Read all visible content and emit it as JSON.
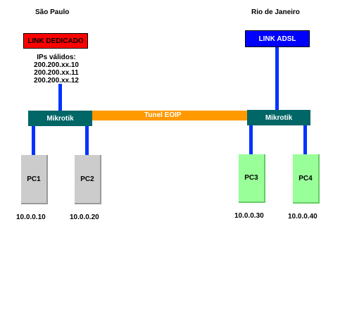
{
  "left_site": {
    "city": "São Paulo",
    "link_label": "LINK DEDICADO",
    "ips_title": "IPs válidos:",
    "ips": [
      "200.200.xx.10",
      "200.200.xx.11",
      "200.200.xx.12"
    ],
    "router": "Mikrotik",
    "pcs": [
      {
        "name": "PC1",
        "ip": "10.0.0.10"
      },
      {
        "name": "PC2",
        "ip": "10.0.0.20"
      }
    ]
  },
  "right_site": {
    "city": "Rio de Janeiro",
    "link_label": "LINK ADSL",
    "router": "Mikrotik",
    "pcs": [
      {
        "name": "PC3",
        "ip": "10.0.0.30"
      },
      {
        "name": "PC4",
        "ip": "10.0.0.40"
      }
    ]
  },
  "tunnel_label": "Tunel EOIP",
  "colors": {
    "link_dedicado": "#ff0000",
    "link_adsl": "#0000ff",
    "router": "#006666",
    "tunnel": "#ff9900",
    "connector": "#0033ff",
    "pc_left": "#cccccc",
    "pc_right": "#99ff99"
  }
}
